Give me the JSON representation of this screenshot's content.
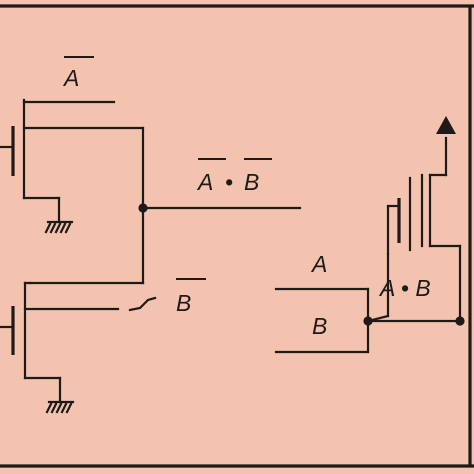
{
  "labels": {
    "not_a": "A",
    "not_a_dot_not_b_left": "A",
    "dot_operator_left": "•",
    "not_a_dot_not_b_right": "B",
    "not_b": "B",
    "a": "A",
    "b": "B",
    "a_dot_b": "A • B"
  },
  "colors": {
    "background": "#f4c3b0",
    "ink": "#1d1a18"
  },
  "icons": {
    "ground": "ground-symbol-icon",
    "supply_arrow": "supply-arrow-icon"
  }
}
